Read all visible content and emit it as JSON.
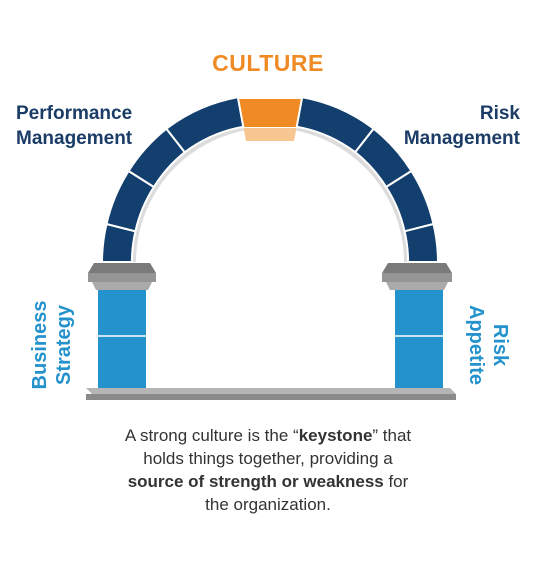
{
  "labels": {
    "top": "CULTURE",
    "top_left": [
      "Performance",
      "Management"
    ],
    "top_right": [
      "Risk",
      "Management"
    ],
    "left_pillar": [
      "Business",
      "Strategy"
    ],
    "right_pillar": [
      "Risk",
      "Appetite"
    ]
  },
  "caption": {
    "line1_pre": "A strong culture is the “",
    "line1_bold": "keystone",
    "line1_post": "” that",
    "line2": "holds things together, providing a",
    "line3_bold": "source of strength or weakness",
    "line3_post": " for",
    "line4": "the organization."
  },
  "colors": {
    "keystone": "#f08a24",
    "arch_blue": "#133f6e",
    "pillar_blue": "#2492cc",
    "label_navy": "#1a3c66",
    "label_orange": "#f08a24",
    "label_cyan": "#2492cc",
    "stone_gray": "#8f8f8f"
  }
}
